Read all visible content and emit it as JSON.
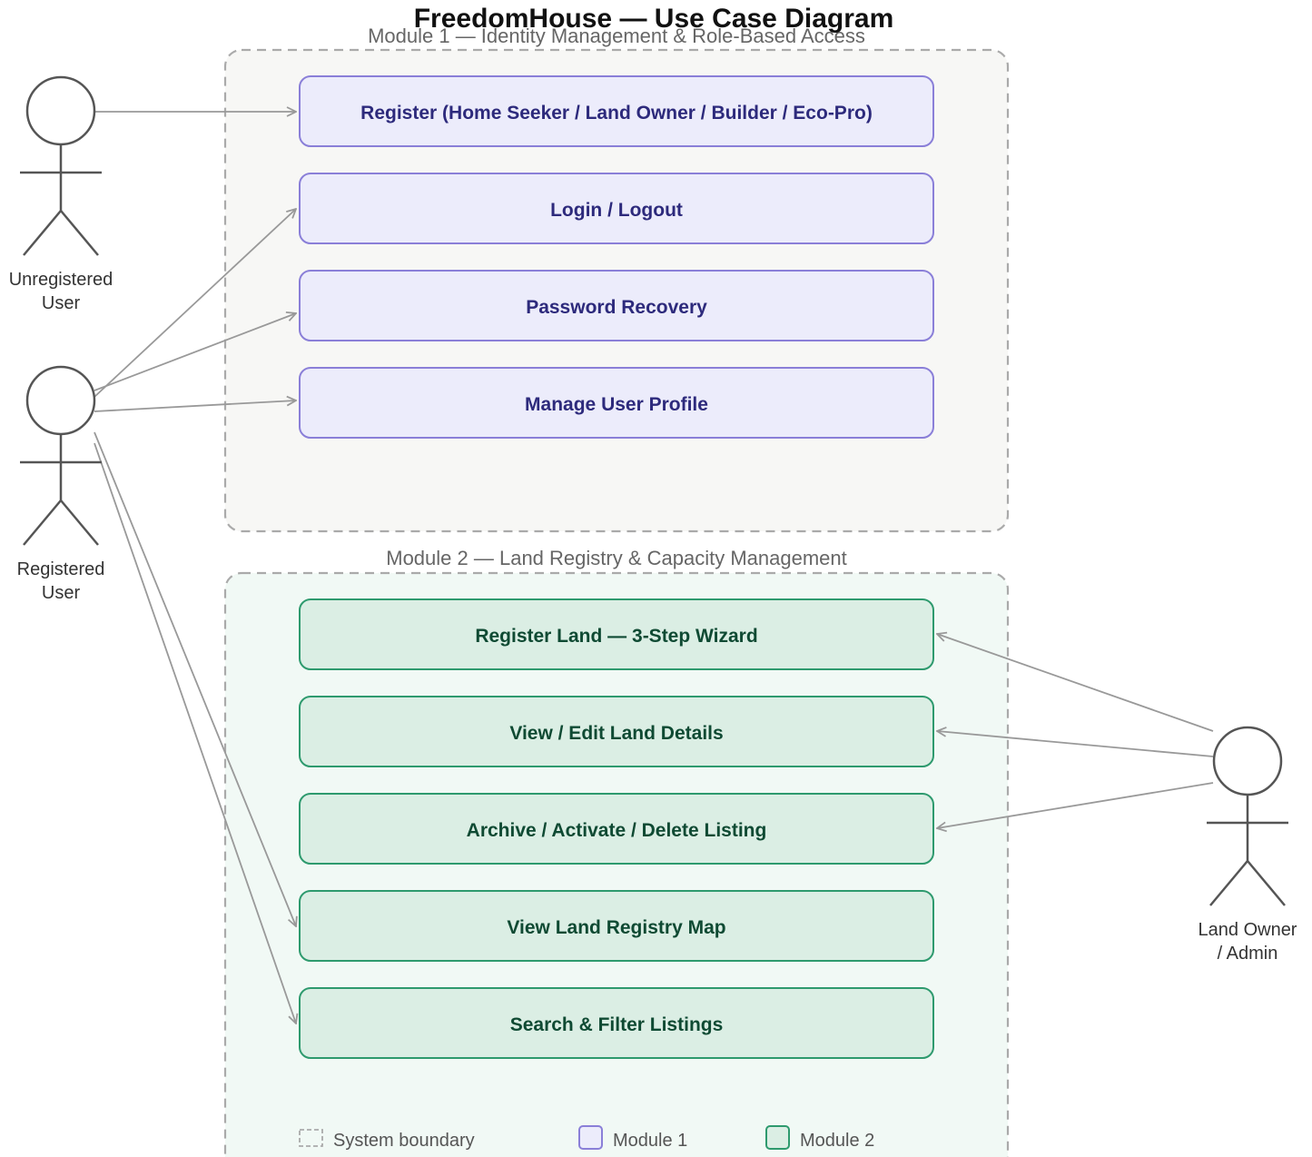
{
  "title": "FreedomHouse — Use Case Diagram",
  "colors": {
    "module1_fill": "#ececfb",
    "module1_stroke": "#8a7fd8",
    "module1_text": "#2d2a7c",
    "module2_fill": "#dbeee4",
    "module2_stroke": "#2e9a6e",
    "module2_text": "#0f4a33",
    "boundary_stroke": "#aaaaaa",
    "boundary1_fill": "#f7f7f5",
    "boundary2_fill": "#f1f9f5",
    "connector": "#999999"
  },
  "modules": [
    {
      "label": "Module 1 — Identity Management & Role-Based Access",
      "use_cases": [
        "Register (Home Seeker / Land Owner / Builder / Eco-Pro)",
        "Login / Logout",
        "Password Recovery",
        "Manage User Profile"
      ]
    },
    {
      "label": "Module 2 — Land Registry & Capacity Management",
      "use_cases": [
        "Register Land — 3-Step Wizard",
        "View / Edit Land Details",
        "Archive / Activate / Delete Listing",
        "View Land Registry Map",
        "Search & Filter Listings"
      ]
    }
  ],
  "actors": [
    {
      "name": "unregistered-user",
      "label_lines": [
        "Unregistered",
        "User"
      ],
      "icon": "stick-figure-icon"
    },
    {
      "name": "registered-user",
      "label_lines": [
        "Registered",
        "User"
      ],
      "icon": "stick-figure-icon"
    },
    {
      "name": "land-owner-admin",
      "label_lines": [
        "Land Owner",
        "/ Admin"
      ],
      "icon": "stick-figure-icon"
    }
  ],
  "associations": [
    {
      "actor": "unregistered-user",
      "use_case": "Register (Home Seeker / Land Owner / Builder / Eco-Pro)"
    },
    {
      "actor": "registered-user",
      "use_case": "Login / Logout"
    },
    {
      "actor": "registered-user",
      "use_case": "Password Recovery"
    },
    {
      "actor": "registered-user",
      "use_case": "Manage User Profile"
    },
    {
      "actor": "registered-user",
      "use_case": "View Land Registry Map"
    },
    {
      "actor": "registered-user",
      "use_case": "Search & Filter Listings"
    },
    {
      "actor": "land-owner-admin",
      "use_case": "Register Land — 3-Step Wizard"
    },
    {
      "actor": "land-owner-admin",
      "use_case": "View / Edit Land Details"
    },
    {
      "actor": "land-owner-admin",
      "use_case": "Archive / Activate / Delete Listing"
    }
  ],
  "legend": {
    "boundary": "System boundary",
    "module1": "Module 1",
    "module2": "Module 2"
  }
}
